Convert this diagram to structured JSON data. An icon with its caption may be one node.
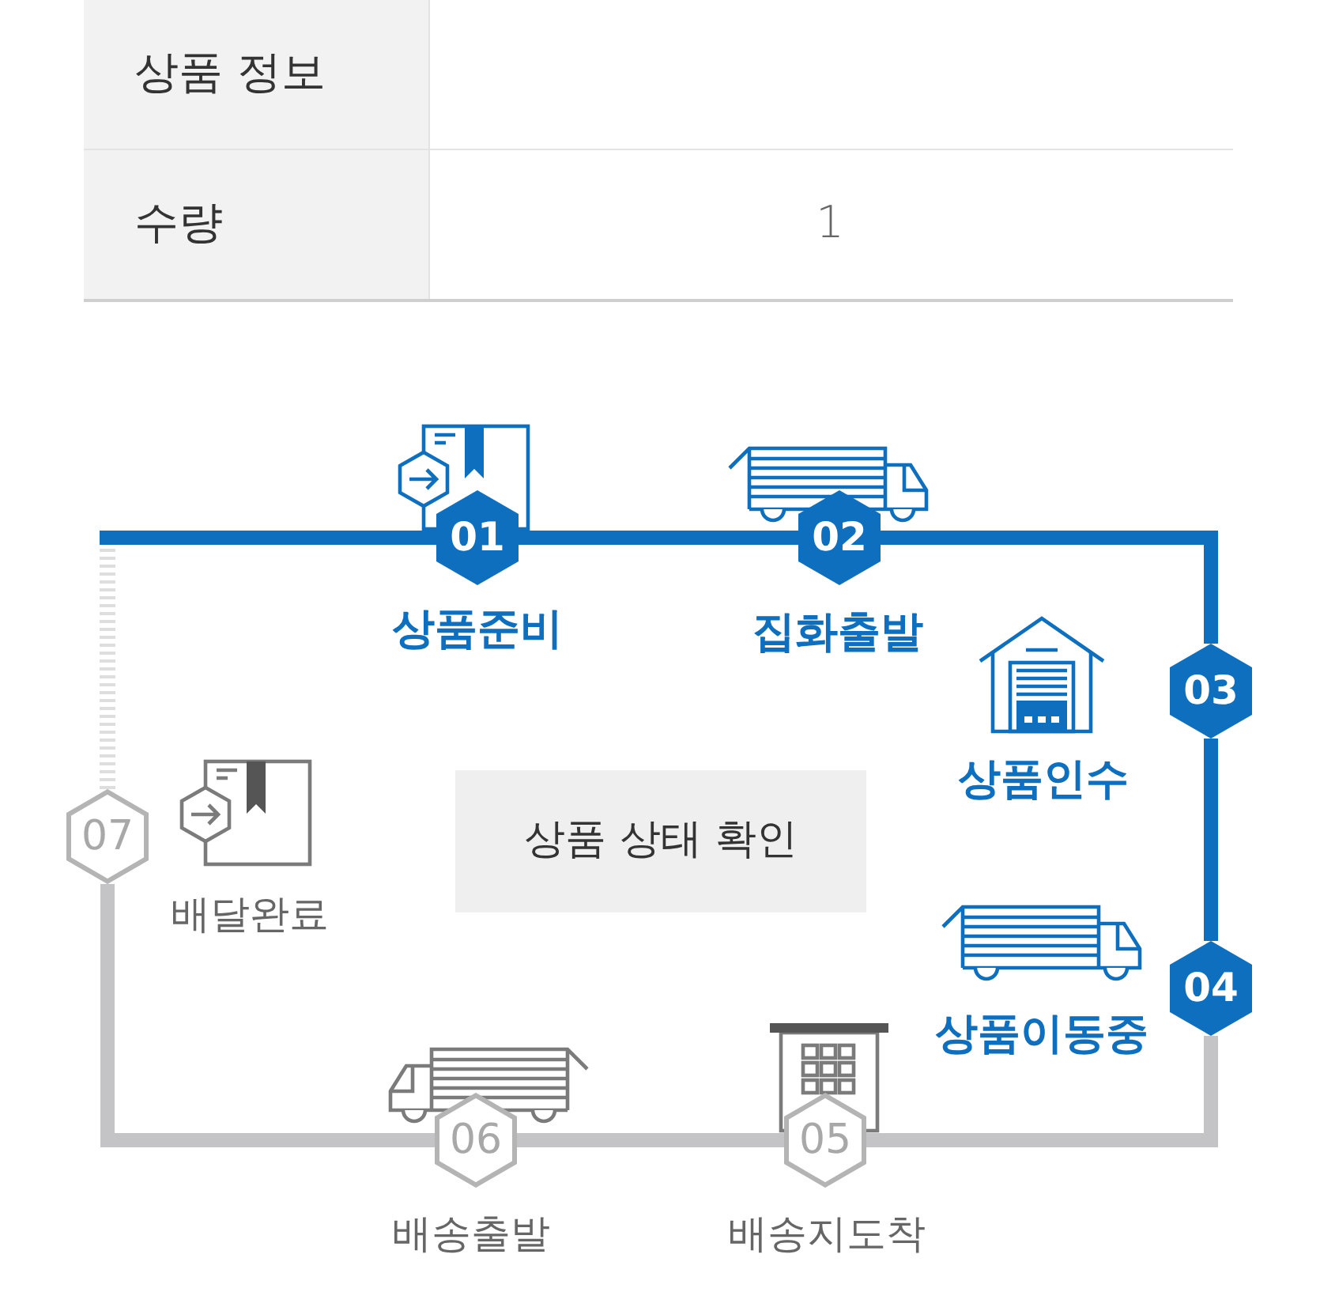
{
  "diagram": {
    "nodes": [
      {
        "text": [
          "01"
        ],
        "beside": [
          "상품준비"
        ]
      },
      {
        "text": [
          "02"
        ],
        "beside": [
          "집화출발"
        ]
      },
      {
        "text": [
          "03"
        ],
        "beside": [
          "상품인수"
        ]
      },
      {
        "text": [
          "04"
        ],
        "beside": [
          "상품이동중"
        ]
      },
      {
        "text": [
          "05"
        ],
        "beside": [
          "배송지도착"
        ]
      },
      {
        "text": [
          "06"
        ],
        "beside": [
          "배송출발"
        ]
      },
      {
        "text": [
          "07"
        ],
        "beside": [
          "배달완료"
        ]
      },
      {
        "text": [
          "상품 상태 확인"
        ]
      }
    ],
    "edges": [
      {
        "from": null,
        "to": 0,
        "arrow": "none"
      },
      {
        "from": 0,
        "to": 1,
        "arrow": "none"
      },
      {
        "from": 1,
        "to": 2,
        "arrow": "none"
      },
      {
        "from": 2,
        "to": 3,
        "arrow": "none"
      },
      {
        "from": 3,
        "to": 4,
        "arrow": "none",
        "color": "#c4c4c6"
      },
      {
        "from": 4,
        "to": 5,
        "arrow": "none",
        "color": "#c4c4c6"
      },
      {
        "from": 5,
        "to": 6,
        "arrow": "none",
        "color": "#c4c4c6"
      },
      {
        "from": 6,
        "to": null,
        "arrow": "none",
        "style": "dashed",
        "color": "#dedede"
      }
    ],
    "labels": [
      "상품 정보",
      "수량",
      "1"
    ]
  }
}
